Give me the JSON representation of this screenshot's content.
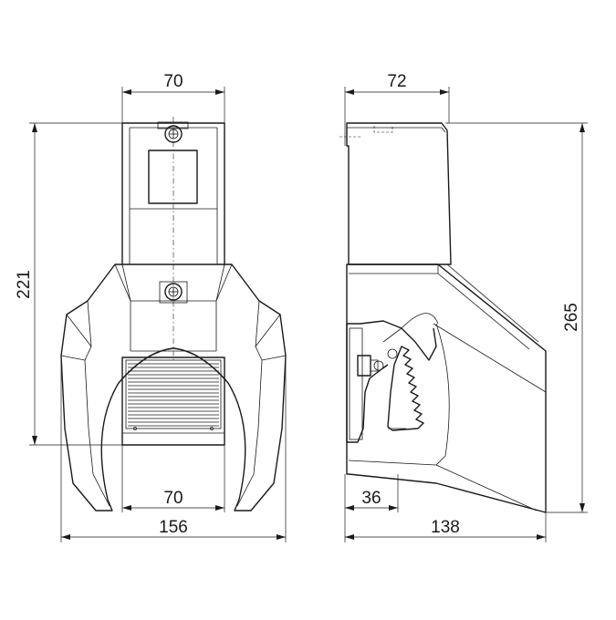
{
  "dimensions": {
    "front_top_width": "70",
    "front_height": "221",
    "front_inner_width": "70",
    "front_total_width": "156",
    "side_top_depth": "72",
    "side_height": "265",
    "side_bottom_offset": "36",
    "side_total_depth": "138"
  },
  "colors": {
    "line": "#1a1a1a",
    "background": "#ffffff"
  }
}
